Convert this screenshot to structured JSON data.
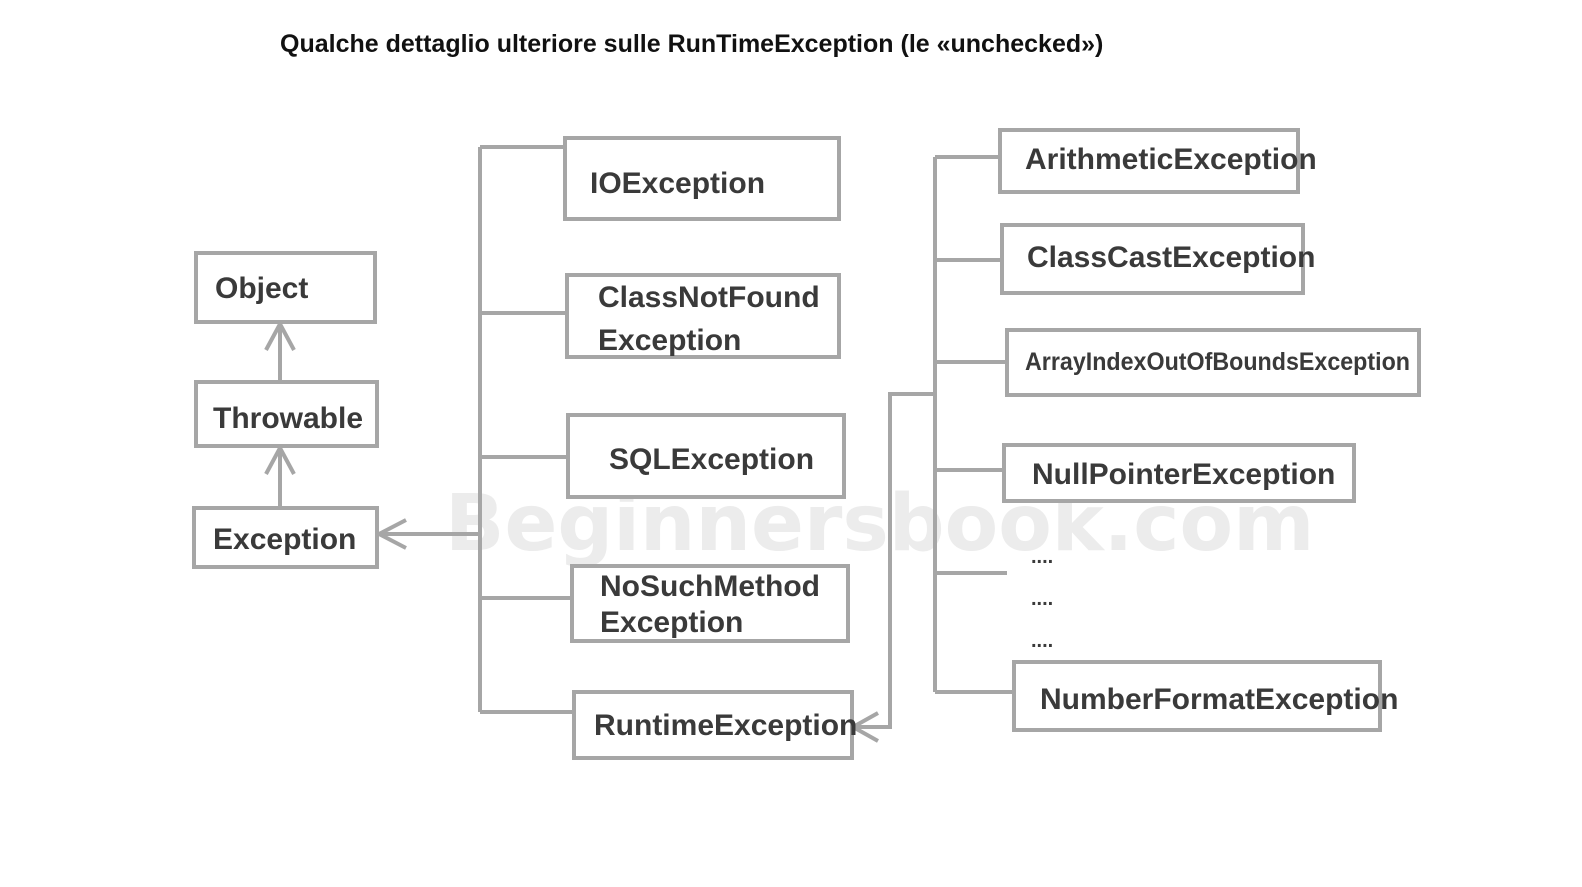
{
  "title": "Qualche dettaglio ulteriore sulle RunTimeException (le «unchecked»)",
  "watermark": "Beginnersbook.com",
  "nodes": {
    "object": "Object",
    "throwable": "Throwable",
    "exception": "Exception",
    "io": "IOException",
    "class_not_found": [
      "ClassNotFound",
      "Exception"
    ],
    "sql": "SQLException",
    "no_such_method": [
      "NoSuchMethod",
      "Exception"
    ],
    "runtime": "RuntimeException",
    "arithmetic": "ArithmeticException",
    "class_cast": "ClassCastException",
    "array_index": "ArrayIndexOutOfBoundsException",
    "null_pointer": "NullPointerException",
    "ellipsis": [
      "....",
      "....",
      "...."
    ],
    "number_format": "NumberFormatException"
  },
  "colors": {
    "line": "#a6a6a6",
    "text": "#3a3a3a",
    "title": "#111111"
  }
}
